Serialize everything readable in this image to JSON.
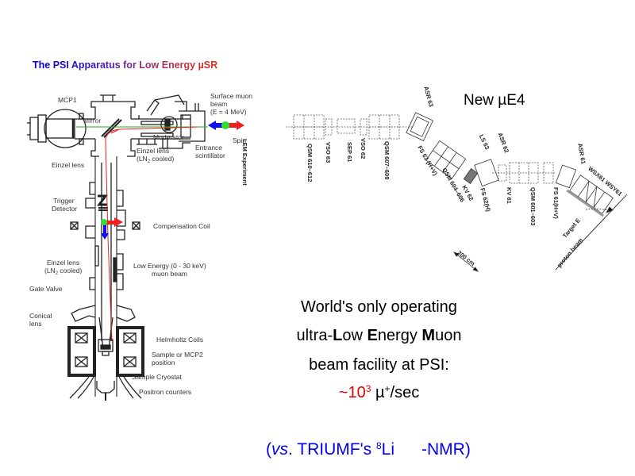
{
  "apparatus": {
    "title": "The PSI Apparatus for Low Energy µSR",
    "labels": {
      "mcp1": "MCP1",
      "mirror": "Mirror",
      "surface_beam_1": "Surface muon",
      "surface_beam_2": "beam",
      "surface_beam_3": "(E = 4 MeV)",
      "spin": "Spin",
      "moderator": "Moderator",
      "einzel_top_1": "Einzel lens",
      "einzel_top_2a": "(LN",
      "einzel_top_2sub": "2",
      "einzel_top_2b": " cooled)",
      "entrance_1": "Entrance",
      "entrance_2": "scintillator",
      "einzel_left": "Einzel lens",
      "trigger_1": "Trigger",
      "trigger_2": "Detector",
      "compensation": "Compensation Coil",
      "einzel_low_1": "Einzel lens",
      "einzel_low_2a": "(LN",
      "einzel_low_2sub": "2",
      "einzel_low_2b": " cooled)",
      "low_energy_1": "Low Energy (0 - 30 keV)",
      "low_energy_2": "muon beam",
      "gate_valve": "Gate Valve",
      "conical_1": "Conical",
      "conical_2": "lens",
      "helmholtz": "Helmholtz Coils",
      "sample_1": "Sample or MCP2",
      "sample_2": "position",
      "cryostat": "Sample Cryostat",
      "positron": "Positron counters"
    },
    "colors": {
      "beam_red": "#e82020",
      "beam_green": "#20b020",
      "arrow_blue": "#1010f0",
      "arrow_red": "#f02020",
      "spin_green": "#30e030"
    }
  },
  "beamline": {
    "title": "New µE4",
    "components": [
      "LEM Experiment",
      "QSM 610–612",
      "VSO 63",
      "SEP 61",
      "VSO 62",
      "QSM 607–609",
      "FS 63 (H+V)",
      "ASR 63",
      "QSM 604–606",
      "KV 62",
      "LS 63",
      "FS 62(H)",
      "ASR 62",
      "KV 61",
      "QSM 601–603",
      "FS 61(H+V)",
      "ASR 61",
      "WSX61 WSY61",
      "Target E",
      "proton beam"
    ],
    "scale": "200 cm"
  },
  "description": {
    "line1": "World's only operating",
    "line2_pre": "ultra-",
    "line2_L": "L",
    "line2_ow": "ow ",
    "line2_E": "E",
    "line2_nergy": "nergy ",
    "line2_M": "M",
    "line2_uon": "uon",
    "line3": "beam facility at PSI:",
    "rate_prefix": "~10",
    "rate_exp": "3",
    "rate_unit_mu": " µ",
    "rate_unit_sup": "+",
    "rate_unit_rest": "/sec"
  },
  "comparison": {
    "open": "(",
    "vs": "vs",
    "rest1": ". TRIUMF's ",
    "li_sup": "8",
    "li": "Li",
    "rest2": "-NMR)"
  }
}
